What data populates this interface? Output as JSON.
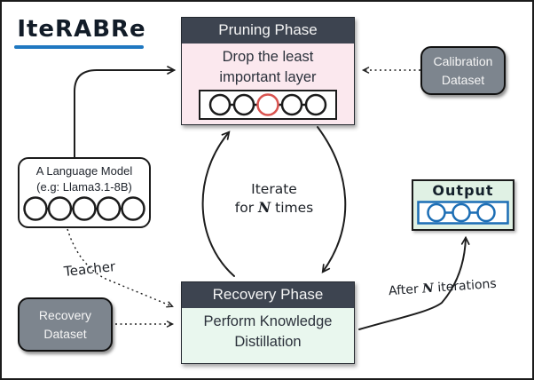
{
  "title": {
    "text": "IteRABRe"
  },
  "pruning_phase": {
    "header": "Pruning Phase",
    "line1": "Drop the least",
    "line2": "important layer",
    "nodes": 5,
    "pruned_node_index": 3
  },
  "calibration_dataset": {
    "line1": "Calibration",
    "line2": "Dataset"
  },
  "language_model": {
    "line1": "A Language Model",
    "line2": "(e.g: Llama3.1-8B)",
    "nodes": 5
  },
  "iterate_label": {
    "line1": "Iterate",
    "for_word": "for",
    "n": "N",
    "times_word": "times"
  },
  "output": {
    "label": "Output",
    "nodes": 3
  },
  "recovery_phase": {
    "header": "Recovery Phase",
    "line1": "Perform Knowledge",
    "line2": "Distillation"
  },
  "recovery_dataset": {
    "line1": "Recovery",
    "line2": "Dataset"
  },
  "edge_labels": {
    "teacher": "Teacher",
    "after_prefix": "After",
    "after_n": "N",
    "after_suffix": "iterations"
  },
  "colors": {
    "phase_header_bg": "#3d4450",
    "pruning_body_bg": "#fbe8ee",
    "recovery_body_bg": "#e9f7ee",
    "output_bg": "#e0f1e4",
    "dataset_bg": "#7d858e",
    "accent_blue": "#1f78c1",
    "output_blue": "#1c6eb5",
    "pruned_red": "#d9534f",
    "stroke": "#1d1d1d"
  }
}
